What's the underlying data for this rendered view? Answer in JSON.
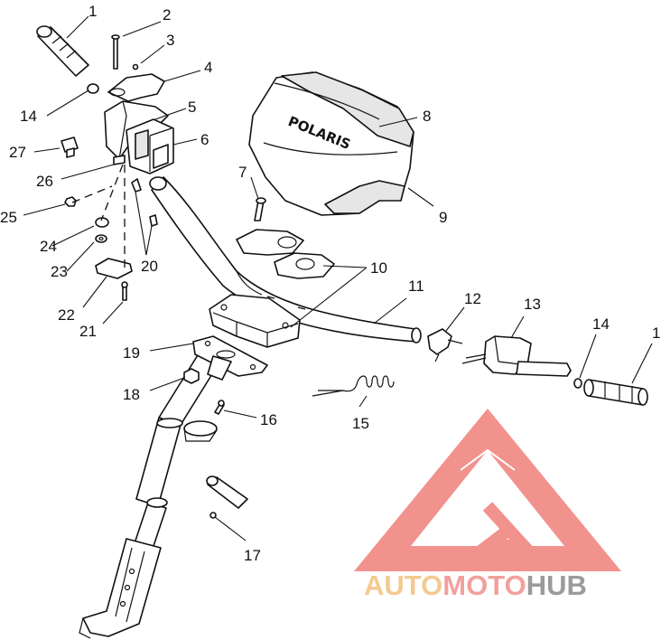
{
  "callouts": {
    "c1a": "1",
    "c2": "2",
    "c3": "3",
    "c4": "4",
    "c14a": "14",
    "c5": "5",
    "c6": "6",
    "c27": "27",
    "c26": "26",
    "c25": "25",
    "c24": "24",
    "c23": "23",
    "c22": "22",
    "c21": "21",
    "c20": "20",
    "c7": "7",
    "c8": "8",
    "c9": "9",
    "c10": "10",
    "c11": "11",
    "c12": "12",
    "c13": "13",
    "c14b": "14",
    "c1b": "1",
    "c19": "19",
    "c18": "18",
    "c16": "16",
    "c15": "15",
    "c17": "17"
  },
  "hood_brand": "POLARIS",
  "watermark": {
    "part1": "AUTO",
    "part2": "MOTO",
    "part3": "HUB",
    "colors": {
      "auto": "#f2c17e",
      "moto": "#f0908c",
      "hub": "#8a8a8a",
      "triangle": "#f07f7a"
    }
  }
}
